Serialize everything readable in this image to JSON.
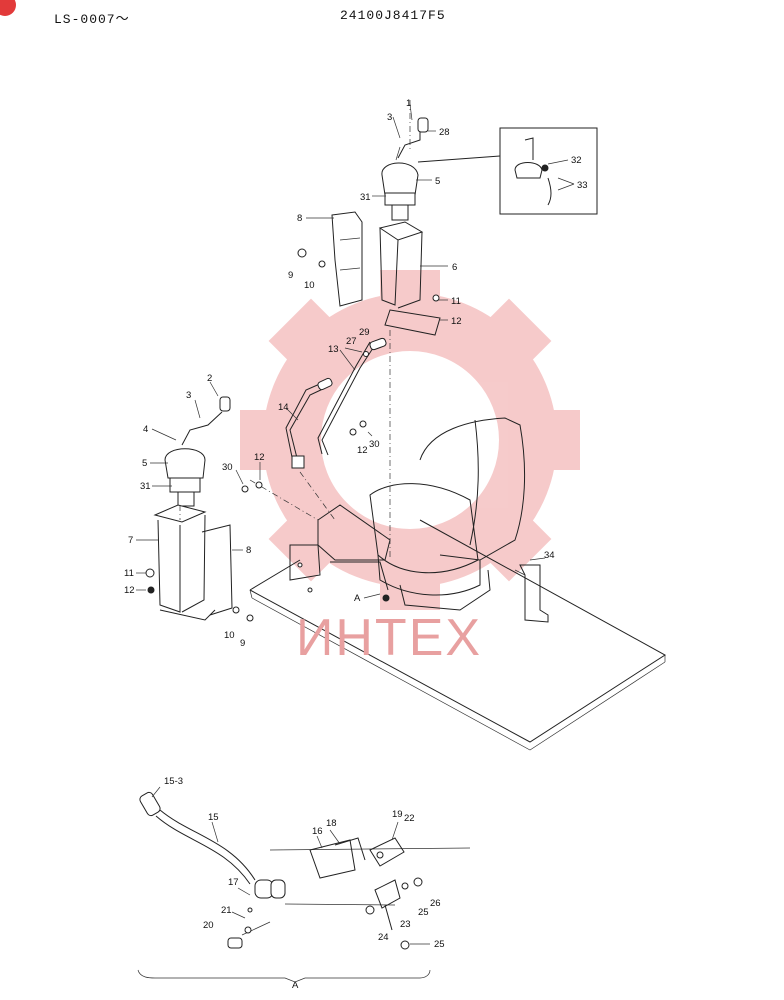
{
  "header": {
    "left_code": "LS-0007～",
    "right_code": "24100J8417F5"
  },
  "watermark": {
    "text": "ИНТЕХ",
    "color": "#e8a0a0",
    "gear_color": "#f3b9b9"
  },
  "corner_mark": {
    "color": "#e23a3a"
  },
  "callouts": [
    {
      "id": "c1",
      "label": "1"
    },
    {
      "id": "c3a",
      "label": "3"
    },
    {
      "id": "c28",
      "label": "28"
    },
    {
      "id": "c5a",
      "label": "5"
    },
    {
      "id": "c31a",
      "label": "31"
    },
    {
      "id": "c32",
      "label": "32"
    },
    {
      "id": "c33",
      "label": "33"
    },
    {
      "id": "c8a",
      "label": "8"
    },
    {
      "id": "c6",
      "label": "6"
    },
    {
      "id": "c9a",
      "label": "9"
    },
    {
      "id": "c10a",
      "label": "10"
    },
    {
      "id": "c11a",
      "label": "11"
    },
    {
      "id": "c12a",
      "label": "12"
    },
    {
      "id": "c29",
      "label": "29"
    },
    {
      "id": "c27",
      "label": "27"
    },
    {
      "id": "c13",
      "label": "13"
    },
    {
      "id": "c14",
      "label": "14"
    },
    {
      "id": "c12b",
      "label": "12"
    },
    {
      "id": "c30a",
      "label": "30"
    },
    {
      "id": "c30b",
      "label": "30"
    },
    {
      "id": "c12c",
      "label": "12"
    },
    {
      "id": "c2",
      "label": "2"
    },
    {
      "id": "c3b",
      "label": "3"
    },
    {
      "id": "c4",
      "label": "4"
    },
    {
      "id": "c5b",
      "label": "5"
    },
    {
      "id": "c31b",
      "label": "31"
    },
    {
      "id": "c7",
      "label": "7"
    },
    {
      "id": "c8b",
      "label": "8"
    },
    {
      "id": "c11b",
      "label": "11"
    },
    {
      "id": "c12d",
      "label": "12"
    },
    {
      "id": "c10b",
      "label": "10"
    },
    {
      "id": "c9b",
      "label": "9"
    },
    {
      "id": "c34",
      "label": "34"
    },
    {
      "id": "cA",
      "label": "A"
    },
    {
      "id": "c15_3",
      "label": "15-3"
    },
    {
      "id": "c15",
      "label": "15"
    },
    {
      "id": "c16",
      "label": "16"
    },
    {
      "id": "c18",
      "label": "18"
    },
    {
      "id": "c19",
      "label": "19"
    },
    {
      "id": "c22",
      "label": "22"
    },
    {
      "id": "c17",
      "label": "17"
    },
    {
      "id": "c21",
      "label": "21"
    },
    {
      "id": "c20",
      "label": "20"
    },
    {
      "id": "c26",
      "label": "26"
    },
    {
      "id": "c25a",
      "label": "25"
    },
    {
      "id": "c23",
      "label": "23"
    },
    {
      "id": "c24",
      "label": "24"
    },
    {
      "id": "c25b",
      "label": "25"
    }
  ],
  "detail_label": "A"
}
